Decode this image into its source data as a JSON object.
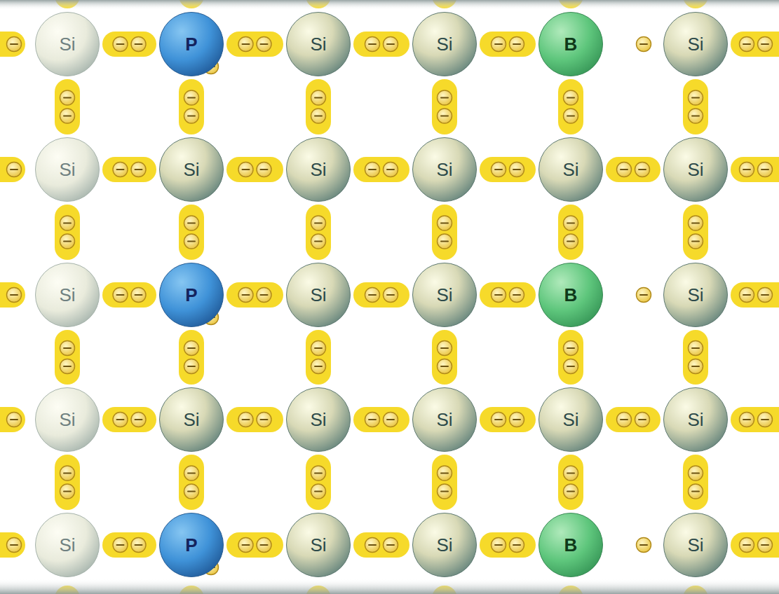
{
  "diagram": {
    "nodes": [
      {
        "text": [
          "Si"
        ]
      },
      {
        "text": [
          "P"
        ]
      },
      {
        "text": [
          "Si"
        ]
      },
      {
        "text": [
          "Si"
        ]
      },
      {
        "text": [
          "B"
        ]
      },
      {
        "text": [
          "Si"
        ]
      },
      {
        "text": [
          "Si"
        ]
      },
      {
        "text": [
          "Si"
        ]
      },
      {
        "text": [
          "Si"
        ]
      },
      {
        "text": [
          "Si"
        ]
      },
      {
        "text": [
          "Si"
        ]
      },
      {
        "text": [
          "Si"
        ]
      },
      {
        "text": [
          "Si"
        ]
      },
      {
        "text": [
          "P"
        ]
      },
      {
        "text": [
          "Si"
        ]
      },
      {
        "text": [
          "Si"
        ]
      },
      {
        "text": [
          "B"
        ]
      },
      {
        "text": [
          "Si"
        ]
      },
      {
        "text": [
          "Si"
        ]
      },
      {
        "text": [
          "Si"
        ]
      },
      {
        "text": [
          "Si"
        ]
      },
      {
        "text": [
          "Si"
        ]
      },
      {
        "text": [
          "Si"
        ]
      },
      {
        "text": [
          "Si"
        ]
      },
      {
        "text": [
          "Si"
        ]
      },
      {
        "text": [
          "P"
        ]
      },
      {
        "text": [
          "Si"
        ]
      },
      {
        "text": [
          "Si"
        ]
      },
      {
        "text": [
          "B"
        ]
      },
      {
        "text": [
          "Si"
        ]
      }
    ],
    "edges": [
      {
        "from": 0,
        "to": 1,
        "arrow": "none"
      },
      {
        "from": 1,
        "to": 2,
        "arrow": "none"
      },
      {
        "from": 2,
        "to": 3,
        "arrow": "none"
      },
      {
        "from": 3,
        "to": 4,
        "arrow": "none"
      },
      {
        "from": 0,
        "to": 6,
        "arrow": "none"
      },
      {
        "from": 1,
        "to": 7,
        "arrow": "none"
      },
      {
        "from": 2,
        "to": 8,
        "arrow": "none"
      },
      {
        "from": 3,
        "to": 9,
        "arrow": "none"
      },
      {
        "from": 4,
        "to": 10,
        "arrow": "none"
      },
      {
        "from": 5,
        "to": 11,
        "arrow": "none"
      },
      {
        "from": 6,
        "to": 7,
        "arrow": "none"
      },
      {
        "from": 7,
        "to": 8,
        "arrow": "none"
      },
      {
        "from": 8,
        "to": 9,
        "arrow": "none"
      },
      {
        "from": 9,
        "to": 10,
        "arrow": "none"
      },
      {
        "from": 10,
        "to": 11,
        "arrow": "none"
      },
      {
        "from": 6,
        "to": 12,
        "arrow": "none"
      },
      {
        "from": 7,
        "to": 13,
        "arrow": "none"
      },
      {
        "from": 8,
        "to": 14,
        "arrow": "none"
      },
      {
        "from": 9,
        "to": 15,
        "arrow": "none"
      },
      {
        "from": 10,
        "to": 16,
        "arrow": "none"
      },
      {
        "from": 11,
        "to": 17,
        "arrow": "none"
      },
      {
        "from": 12,
        "to": 13,
        "arrow": "none"
      },
      {
        "from": 13,
        "to": 14,
        "arrow": "none"
      },
      {
        "from": 14,
        "to": 15,
        "arrow": "none"
      },
      {
        "from": 15,
        "to": 16,
        "arrow": "none"
      },
      {
        "from": 12,
        "to": 18,
        "arrow": "none"
      },
      {
        "from": 13,
        "to": 19,
        "arrow": "none"
      },
      {
        "from": 14,
        "to": 20,
        "arrow": "none"
      },
      {
        "from": 15,
        "to": 21,
        "arrow": "none"
      },
      {
        "from": 16,
        "to": 22,
        "arrow": "none"
      },
      {
        "from": 17,
        "to": 23,
        "arrow": "none"
      },
      {
        "from": 18,
        "to": 19,
        "arrow": "none"
      },
      {
        "from": 19,
        "to": 20,
        "arrow": "none"
      },
      {
        "from": 20,
        "to": 21,
        "arrow": "none"
      },
      {
        "from": 21,
        "to": 22,
        "arrow": "none"
      },
      {
        "from": 22,
        "to": 23,
        "arrow": "none"
      },
      {
        "from": 18,
        "to": 24,
        "arrow": "none"
      },
      {
        "from": 19,
        "to": 25,
        "arrow": "none"
      },
      {
        "from": 20,
        "to": 26,
        "arrow": "none"
      },
      {
        "from": 21,
        "to": 27,
        "arrow": "none"
      },
      {
        "from": 22,
        "to": 28,
        "arrow": "none"
      },
      {
        "from": 23,
        "to": 29,
        "arrow": "none"
      },
      {
        "from": 24,
        "to": 25,
        "arrow": "none"
      },
      {
        "from": 25,
        "to": 26,
        "arrow": "none"
      },
      {
        "from": 26,
        "to": 27,
        "arrow": "none"
      },
      {
        "from": 27,
        "to": 28,
        "arrow": "none"
      }
    ]
  }
}
